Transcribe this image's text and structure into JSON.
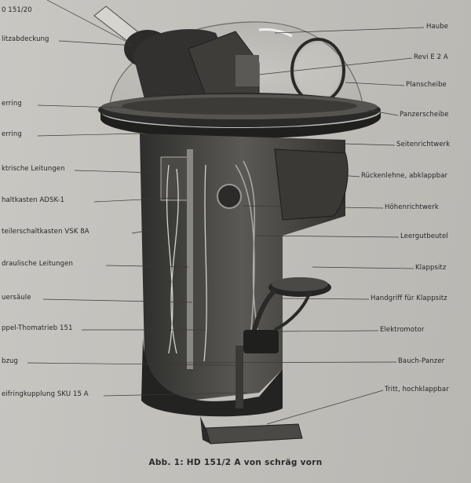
{
  "figure": {
    "caption": "Abb. 1: HD 151/2 A von schräg vorn",
    "labels_left": [
      "0 151/20",
      "litzabdeckung",
      "erring",
      "erring",
      "ktrische Leitungen",
      "haltkasten ADSK-1",
      "teilerschaltkasten VSK 8A",
      "draulische Leitungen",
      "uersäule",
      "ppel-Thomatrieb 151",
      "bzug",
      "eifringkupplung SKU 15 A"
    ],
    "labels_right": [
      "Haube",
      "Revi E 2 A",
      "Planscheibe",
      "Panzerscheibe",
      "Seitenrichtwerk",
      "Rückenlehne, abklappbar",
      "Höhenrichtwerk",
      "Leergutbeutel",
      "Klappsitz",
      "Handgriff für Klappsitz",
      "Elektromotor",
      "Bauch-Panzer",
      "Tritt, hochklappbar"
    ]
  }
}
